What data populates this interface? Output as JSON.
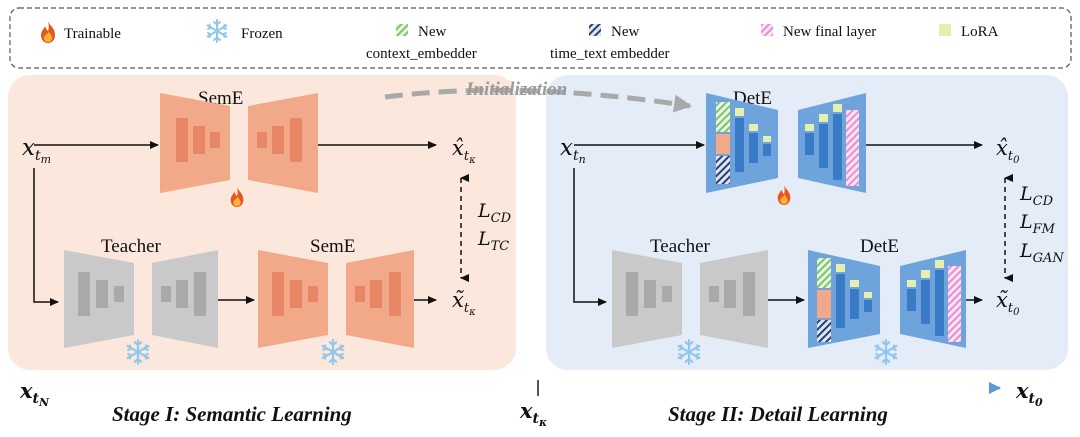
{
  "legend": {
    "trainable": "Trainable",
    "frozen": "Frozen",
    "new_context_line1": "New",
    "new_context_line2": "context_embedder",
    "new_time_line1": "New",
    "new_time_line2": "time_text embedder",
    "new_final_layer": "New final layer",
    "lora": "LoRA"
  },
  "stage1": {
    "semE_top": "SemE",
    "teacher": "Teacher",
    "semE_bottom": "SemE",
    "input": "x",
    "input_sub": "t",
    "input_subsub": "m",
    "out_hat": "x̂",
    "out_tilde": "x̃",
    "out_sub": "t",
    "out_subsub": "κ",
    "loss1": "L",
    "loss1_sub": "CD",
    "loss2": "L",
    "loss2_sub": "TC"
  },
  "stage2": {
    "detE_top": "DetE",
    "teacher": "Teacher",
    "detE_bottom": "DetE",
    "input": "x",
    "input_sub": "t",
    "input_subsub": "n",
    "out_hat": "x̂",
    "out_tilde": "x̃",
    "out_sub": "t",
    "out_subsub": "0",
    "loss1": "L",
    "loss1_sub": "CD",
    "loss2": "L",
    "loss2_sub": "FM",
    "loss3": "L",
    "loss3_sub": "GAN"
  },
  "initialization": "Initialization",
  "timeline": {
    "start": "x",
    "start_sub": "t",
    "start_subsub": "N",
    "mid": "x",
    "mid_sub": "t",
    "mid_subsub": "κ",
    "end": "x",
    "end_sub": "t",
    "end_subsub": "0",
    "stage1_label": "Stage I: Semantic Learning",
    "stage2_label": "Stage II: Detail Learning"
  },
  "colors": {
    "stage1_bg": "#fbe7dc",
    "stage2_bg": "#e3ecf7",
    "semE_block": "#f2a98a",
    "teacher_block": "#c9c9c9",
    "detE_block": "#6fa3dc",
    "lora": "#e6efb0",
    "timeline_start": "#e8a080",
    "timeline_end": "#5b9bd5"
  },
  "icons": [
    "fire-icon",
    "snowflake-icon",
    "hatch-green-icon",
    "hatch-navy-icon",
    "hatch-pink-icon",
    "lora-square-icon"
  ]
}
